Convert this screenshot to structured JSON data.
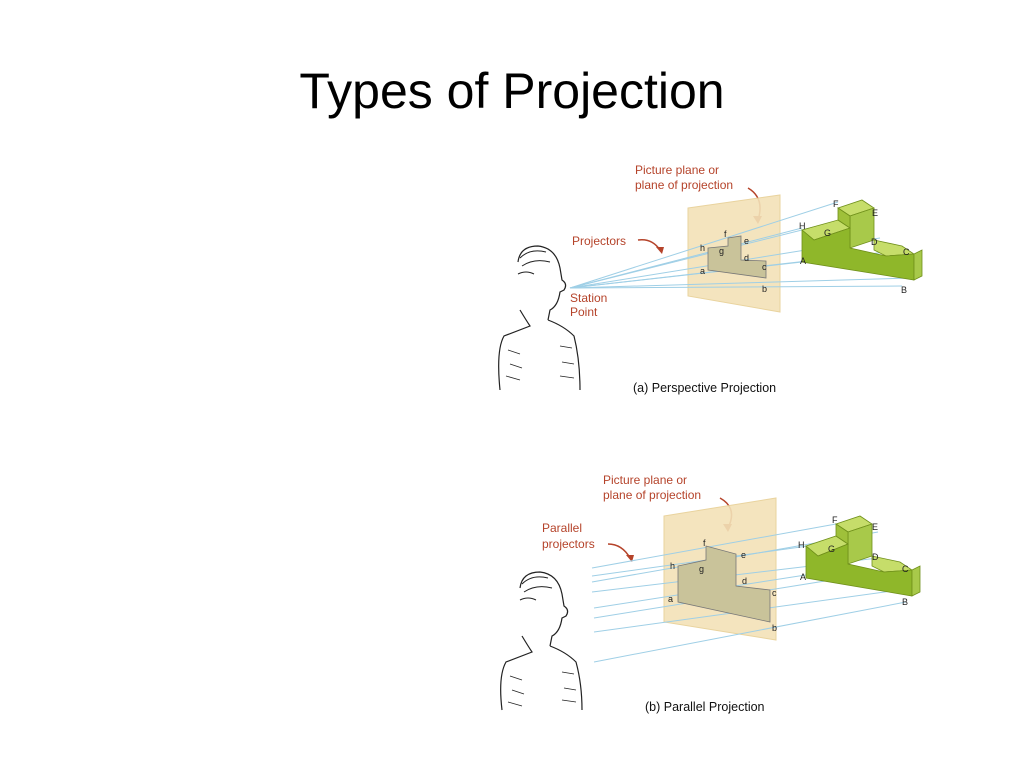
{
  "slide": {
    "title": "Types of Projection"
  },
  "figure_a": {
    "callout_plane_line1": "Picture plane or",
    "callout_plane_line2": "plane of projection",
    "callout_projectors": "Projectors",
    "station_line1": "Station",
    "station_line2": "Point",
    "image_points": [
      "h",
      "g",
      "f",
      "e",
      "d",
      "a",
      "c",
      "b"
    ],
    "object_points": [
      "F",
      "E",
      "H",
      "G",
      "D",
      "C",
      "A",
      "B"
    ],
    "caption": "(a) Perspective Projection"
  },
  "figure_b": {
    "callout_plane_line1": "Picture plane or",
    "callout_plane_line2": "plane of projection",
    "callout_projectors_line1": "Parallel",
    "callout_projectors_line2": "projectors",
    "image_points": [
      "f",
      "e",
      "h",
      "g",
      "d",
      "c",
      "a",
      "b"
    ],
    "object_points": [
      "F",
      "E",
      "H",
      "G",
      "D",
      "A",
      "C",
      "B"
    ],
    "caption": "(b) Parallel Projection"
  },
  "colors": {
    "callout": "#b5432a",
    "projector_line": "#9fcfe6",
    "plane": "#f3e2b8",
    "object_top": "#c6dd6a",
    "object_front": "#8fb72a",
    "object_side": "#a8c94a"
  }
}
